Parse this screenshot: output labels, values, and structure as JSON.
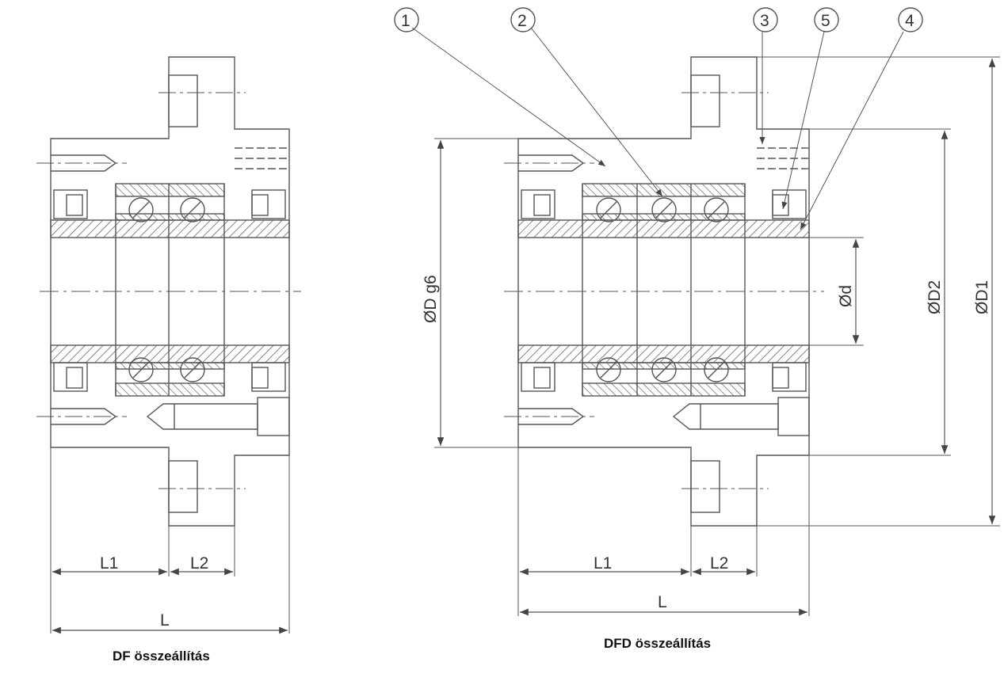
{
  "captions": {
    "left": "DF összeállítás",
    "right": "DFD összeállítás"
  },
  "left_dims": {
    "l1": "L1",
    "l2": "L2",
    "l": "L"
  },
  "right_dims": {
    "l1": "L1",
    "l2": "L2",
    "l": "L",
    "d_g6": "ØD g6",
    "d": "Ød",
    "d2": "ØD2",
    "d1": "ØD1"
  },
  "callouts": [
    "1",
    "2",
    "3",
    "5",
    "4"
  ],
  "colors": {
    "line": "#555555",
    "hatch": "#666666",
    "text": "#333333"
  }
}
